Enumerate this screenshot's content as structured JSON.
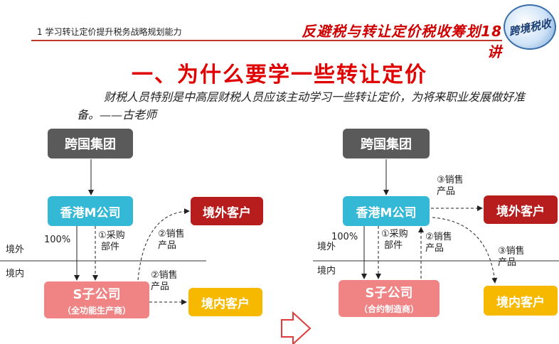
{
  "header": {
    "left_text": "1 学习转让定价提升税务战略规划能力",
    "right_text": "反避税与转让定价税收筹划18讲",
    "logo_text": "跨境税收"
  },
  "title": "一、为什么要学一些转让定价",
  "quote": "财税人员特别是中高层财税人员应该主动学习一些转让定价，为将来职业发展做好准备。——古老师",
  "left_diagram": {
    "group": "跨国集团",
    "hk_company": "香港M公司",
    "foreign_customer": "境外客户",
    "sub_company": "S子公司",
    "sub_company_note": "（全功能生产商）",
    "domestic_customer": "境内客户",
    "zone_outside": "境外",
    "zone_inside": "境内",
    "pct": "100%",
    "purchase_l1": "①采购",
    "purchase_l2": "部件",
    "sale_foreign_l1": "②销售",
    "sale_foreign_l2": "产品",
    "sale_domestic_l1": "②销售",
    "sale_domestic_l2": "产品"
  },
  "right_diagram": {
    "group": "跨国集团",
    "hk_company": "香港M公司",
    "foreign_customer": "境外客户",
    "sub_company": "S子公司",
    "sub_company_note": "（合约制造商）",
    "domestic_customer": "境内客户",
    "zone_outside": "境外",
    "zone_inside": "境内",
    "pct": "100%",
    "purchase_l1": "①采购",
    "purchase_l2": "部件",
    "sale_back_l1": "②销售",
    "sale_back_l2": "产品",
    "sale_foreign_l1": "③销售",
    "sale_foreign_l2": "产品",
    "sale_domestic_l1": "③销售",
    "sale_domestic_l2": "产品"
  },
  "colors": {
    "accent_red": "#e00000",
    "group_gray": "#5a5a5a",
    "hk_blue": "#33b8d6",
    "foreign_red": "#b81d1d",
    "sub_pink": "#f08383",
    "domestic_yellow": "#f7b800"
  }
}
